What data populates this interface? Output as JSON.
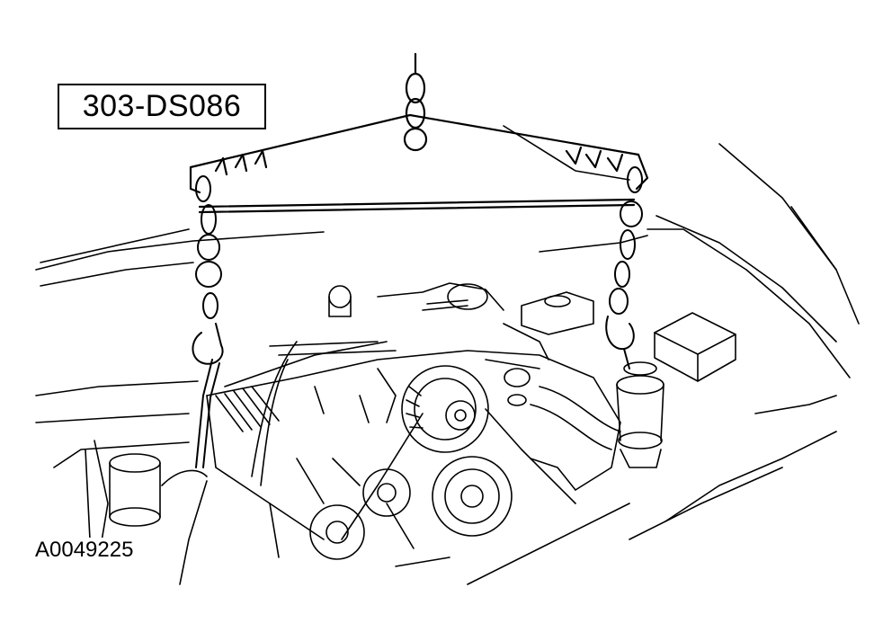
{
  "diagram": {
    "tool_number": "303-DS086",
    "figure_id": "A0049225",
    "subject": "engine-lifting-bracket-with-chains",
    "colors": {
      "line": "#000000",
      "background": "#ffffff"
    }
  }
}
